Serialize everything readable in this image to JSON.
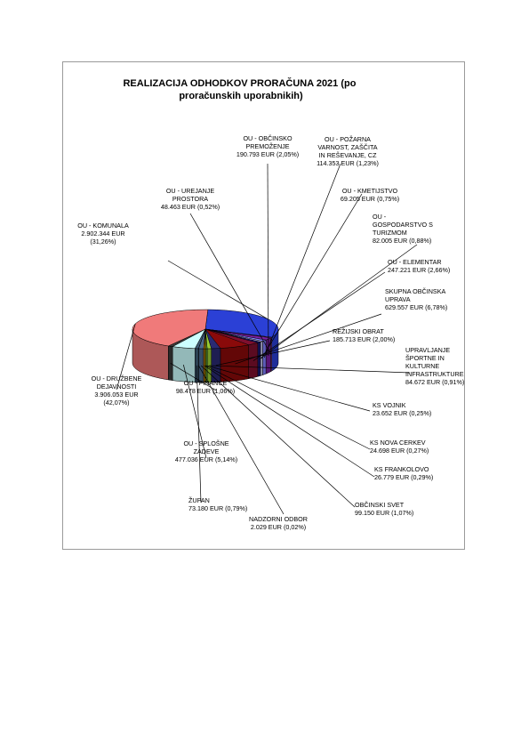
{
  "chart_data": {
    "type": "pie",
    "title_lines": [
      "REALIZACIJA ODHODKOV PRORAČUNA 2021 (po",
      "proračunskih uporabnikih)"
    ],
    "slices": [
      {
        "label_lines": [
          "OU - KOMUNALA",
          "2.902.344 EUR",
          "(31,26%)"
        ],
        "value": 2902344,
        "percent": 31.26,
        "color": "#2b40d6"
      },
      {
        "label_lines": [
          "OU - UREJANJE",
          "PROSTORA",
          "48.463 EUR (0,52%)"
        ],
        "value": 48463,
        "percent": 0.52,
        "color": "#cc66cc"
      },
      {
        "label_lines": [
          "OU - OBČINSKO",
          "PREMOŽENJE",
          "190.793 EUR (2,05%)"
        ],
        "value": 190793,
        "percent": 2.05,
        "color": "#7a1fa0"
      },
      {
        "label_lines": [
          "OU - POŽARNA",
          "VARNOST, ZAŠČITA",
          "IN REŠEVANJE, CZ",
          "114.353 EUR (1,23%)"
        ],
        "value": 114353,
        "percent": 1.23,
        "color": "#8080ff"
      },
      {
        "label_lines": [
          "OU - KMETIJSTVO",
          "69.205 EUR (0,75%)"
        ],
        "value": 69205,
        "percent": 0.75,
        "color": "#d8d8ff"
      },
      {
        "label_lines": [
          "OU -",
          "GOSPODARSTVO S",
          "TURIZMOM",
          "82.005 EUR (0,88%)"
        ],
        "value": 82005,
        "percent": 0.88,
        "color": "#1a1a7a"
      },
      {
        "label_lines": [
          "OU - ELEMENTAR",
          "247.221 EUR (2,66%)"
        ],
        "value": 247221,
        "percent": 2.66,
        "color": "#7f0f2e"
      },
      {
        "label_lines": [
          "SKUPNA OBČINSKA",
          "UPRAVA",
          "629.557 EUR (6,78%)"
        ],
        "value": 629557,
        "percent": 6.78,
        "color": "#8a0a0a"
      },
      {
        "label_lines": [
          "REŽIJSKI OBRAT",
          "185.713 EUR (2,00%)"
        ],
        "value": 185713,
        "percent": 2.0,
        "color": "#2a2a72"
      },
      {
        "label_lines": [
          "UPRAVLJANJE",
          "ŠPORTNE IN",
          "KULTURNE",
          "INFRASTRUKTURE",
          "84.672 EUR (0,91%)"
        ],
        "value": 84672,
        "percent": 0.91,
        "color": "#99cc33"
      },
      {
        "label_lines": [
          "KS VOJNIK",
          "23.652 EUR (0,25%)"
        ],
        "value": 23652,
        "percent": 0.25,
        "color": "#4a9a4a"
      },
      {
        "label_lines": [
          "KS NOVA CERKEV",
          "24.698 EUR (0,27%)"
        ],
        "value": 24698,
        "percent": 0.27,
        "color": "#e6e600"
      },
      {
        "label_lines": [
          "KS FRANKOLOVO",
          "26.779 EUR (0,29%)"
        ],
        "value": 26779,
        "percent": 0.29,
        "color": "#e68a00"
      },
      {
        "label_lines": [
          "OBČINSKI SVET",
          "99.150 EUR (1,07%)"
        ],
        "value": 99150,
        "percent": 1.07,
        "color": "#4d6b8f"
      },
      {
        "label_lines": [
          "NADZORNI ODBOR",
          "2.029 EUR (0,02%)"
        ],
        "value": 2029,
        "percent": 0.02,
        "color": "#606060"
      },
      {
        "label_lines": [
          "ŽUPAN",
          "73.180 EUR (0,79%)"
        ],
        "value": 73180,
        "percent": 0.79,
        "color": "#3d5a73"
      },
      {
        "label_lines": [
          "OU - SPLOŠNE",
          "ZADEVE",
          "477.036 EUR (5,14%)"
        ],
        "value": 477036,
        "percent": 5.14,
        "color": "#ccffff"
      },
      {
        "label_lines": [
          "OU - FINANCE",
          "98.478 EUR (1,06%)"
        ],
        "value": 98478,
        "percent": 1.06,
        "color": "#3a3a3a"
      },
      {
        "label_lines": [
          "OU - DRUŽBENE",
          "DEJAVNOSTI",
          "3.906.053 EUR",
          "(42,07%)"
        ],
        "value": 3906053,
        "percent": 42.07,
        "color": "#f07a7a"
      }
    ]
  }
}
